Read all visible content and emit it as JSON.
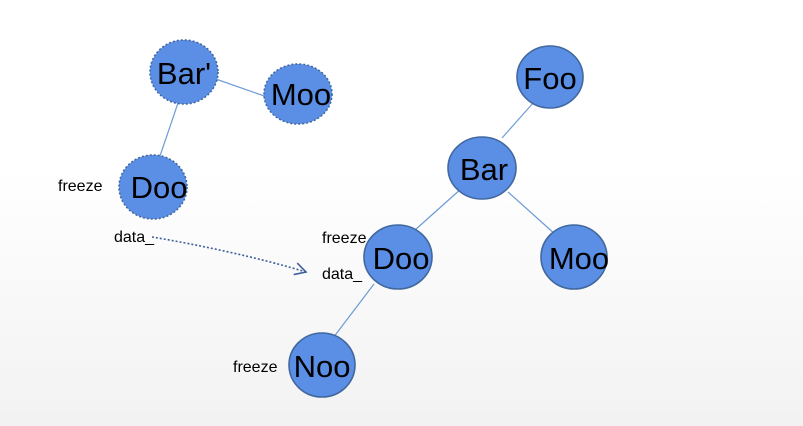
{
  "colors": {
    "node_fill": "#5b8fe6",
    "node_stroke": "#41689e",
    "edge": "#6e9bd6",
    "arrow": "#3f5f9a"
  },
  "left_tree": {
    "nodes": {
      "bar_prime": "Bar'",
      "moo": "Moo",
      "doo": "Doo"
    },
    "labels": {
      "freeze": "freeze",
      "data": "data_"
    }
  },
  "right_tree": {
    "nodes": {
      "foo": "Foo",
      "bar": "Bar",
      "doo": "Doo",
      "moo": "Moo",
      "noo": "Noo"
    },
    "labels": {
      "doo_freeze": "freeze",
      "doo_data": "data_",
      "noo_freeze": "freeze"
    }
  }
}
